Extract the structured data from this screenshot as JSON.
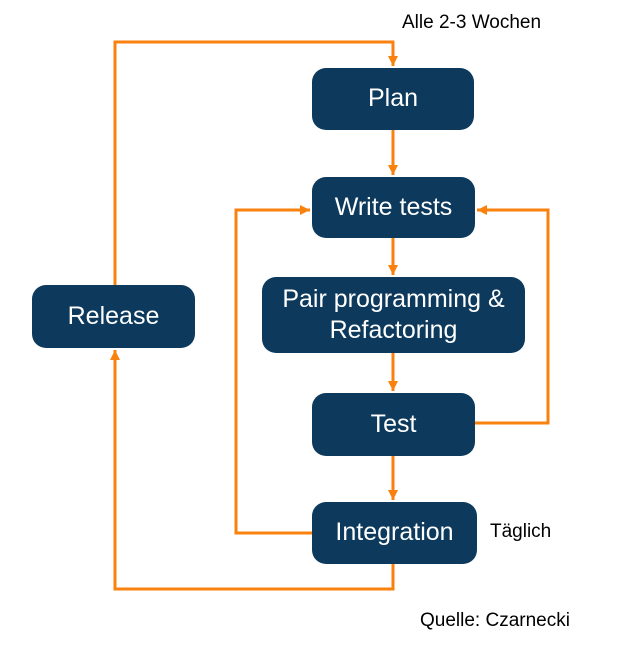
{
  "colors": {
    "box": "#0d3a5c",
    "arrow": "#f8820d",
    "box_text": "#ffffff",
    "label_text": "#000000",
    "background": "#ffffff"
  },
  "nodes": {
    "plan": "Plan",
    "write_tests": "Write tests",
    "pair_programming": "Pair programming & Refactoring",
    "test": "Test",
    "integration": "Integration",
    "release": "Release"
  },
  "annotations": {
    "cycle_label": "Alle 2-3 Wochen",
    "daily_label": "Täglich",
    "source_label": "Quelle: Czarnecki"
  },
  "edges": [
    {
      "from": "release",
      "to": "plan",
      "label": "Alle 2-3 Wochen"
    },
    {
      "from": "plan",
      "to": "write_tests",
      "label": ""
    },
    {
      "from": "write_tests",
      "to": "pair_programming",
      "label": ""
    },
    {
      "from": "pair_programming",
      "to": "test",
      "label": ""
    },
    {
      "from": "test",
      "to": "integration",
      "label": ""
    },
    {
      "from": "test",
      "to": "write_tests",
      "label": ""
    },
    {
      "from": "integration",
      "to": "write_tests",
      "label": "Täglich"
    },
    {
      "from": "integration",
      "to": "release",
      "label": ""
    }
  ]
}
